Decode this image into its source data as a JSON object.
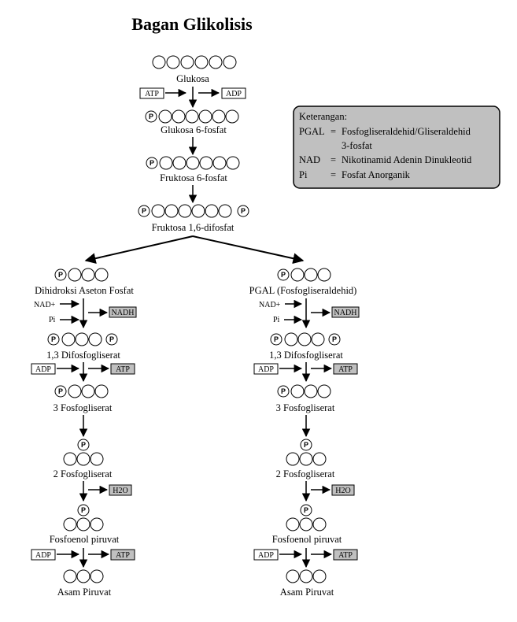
{
  "title": "Bagan Glikolisis",
  "stages": {
    "glukosa": "Glukosa",
    "glukosa6p": "Glukosa 6-fosfat",
    "fruktosa6p": "Fruktosa 6-fosfat",
    "fruktosa16dp": "Fruktosa 1,6-difosfat"
  },
  "left_branch": {
    "start": "Dihidroksi Aseton Fosfat",
    "difosfogliserat": "1,3 Difosfogliserat",
    "fosfogliserat3": "3 Fosfogliserat",
    "fosfogliserat2": "2 Fosfogliserat",
    "fosfoenolpiruvat": "Fosfoenol piruvat",
    "piruvat": "Asam Piruvat"
  },
  "right_branch": {
    "start": "PGAL (Fosfogliseraldehid)",
    "difosfogliserat": "1,3 Difosfogliserat",
    "fosfogliserat3": "3 Fosfogliserat",
    "fosfogliserat2": "2 Fosfogliserat",
    "fosfoenolpiruvat": "Fosfoenol piruvat",
    "piruvat": "Asam Piruvat"
  },
  "molecules": {
    "atp": "ATP",
    "adp": "ADP",
    "nadh": "NADH",
    "nad": "NAD+",
    "pi": "Pi",
    "h2o": "H2O",
    "phosphate": "P"
  },
  "legend": {
    "heading": "Keterangan:",
    "rows": [
      {
        "term": "PGAL",
        "eq": "=",
        "def": "Fosfogliseraldehid/Gliseraldehid"
      },
      {
        "term": "",
        "eq": "",
        "def": "3-fosfat"
      },
      {
        "term": "NAD",
        "eq": "=",
        "def": "Nikotinamid Adenin Dinukleotid"
      },
      {
        "term": "Pi",
        "eq": "=",
        "def": "Fosfat Anorganik"
      }
    ]
  },
  "colors": {
    "legend_fill": "#c0c0c0",
    "gray_box": "#c0c0c0",
    "line": "#000000"
  }
}
